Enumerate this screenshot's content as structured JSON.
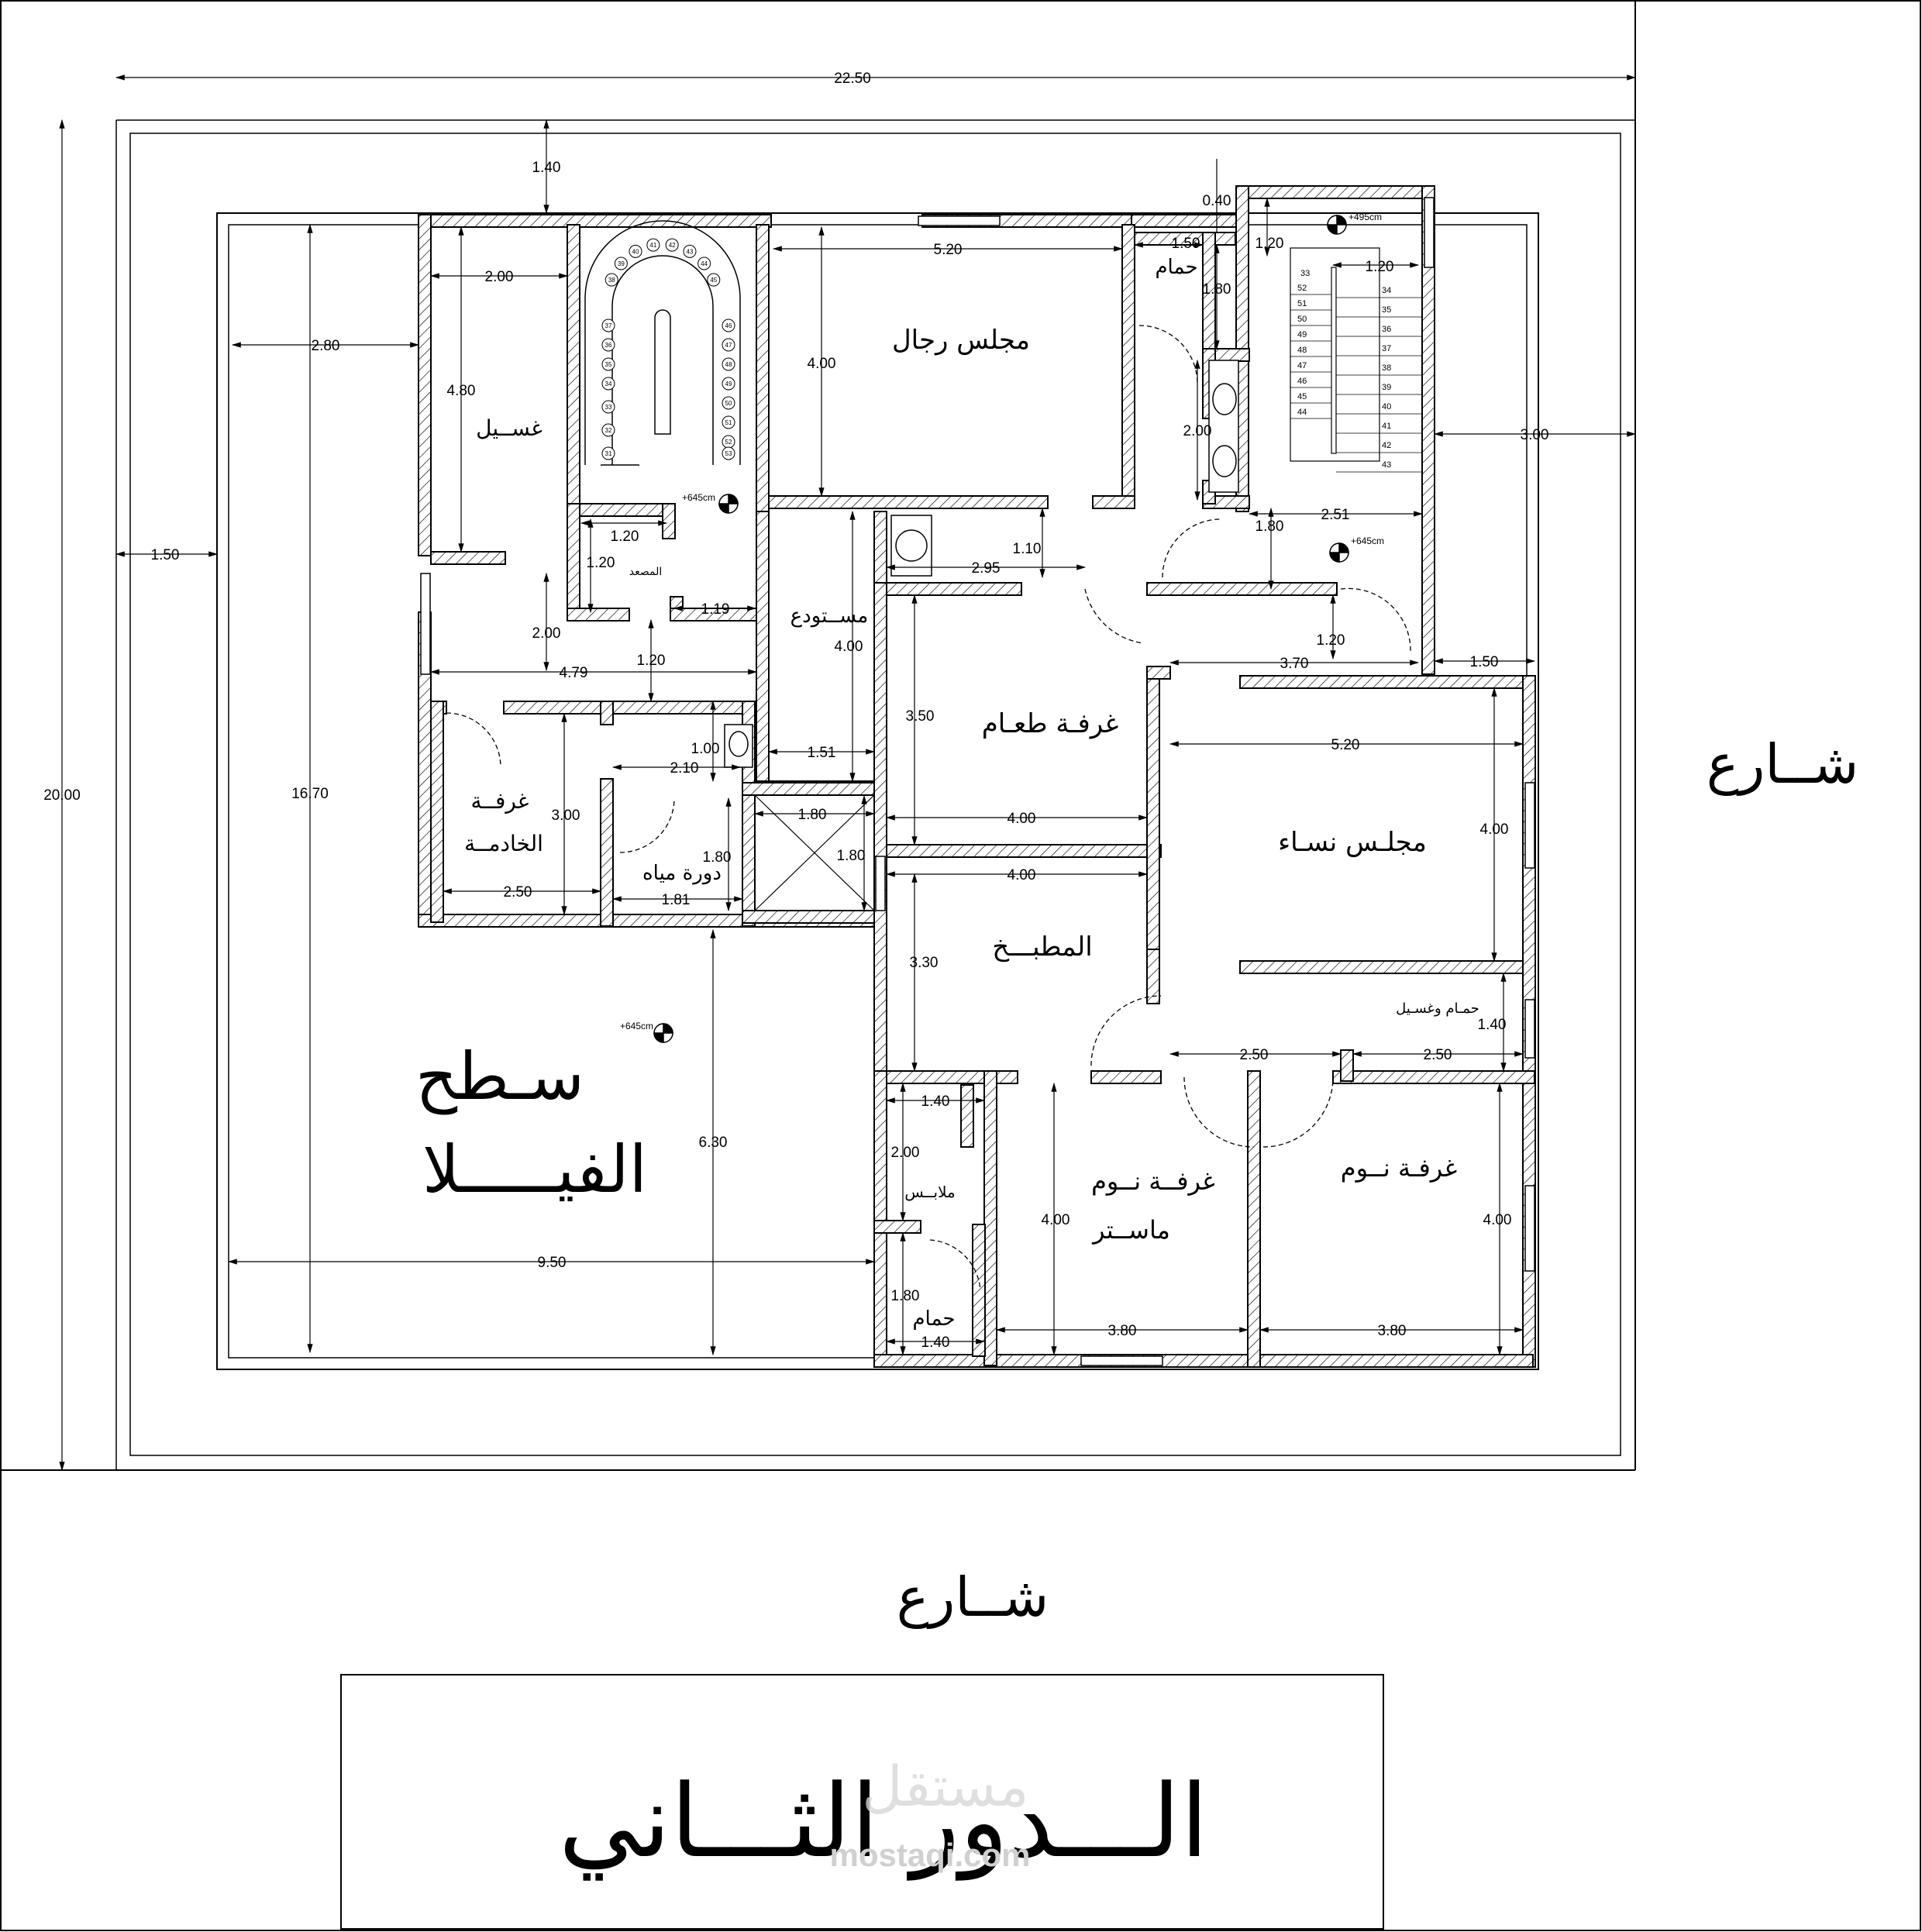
{
  "plan": {
    "title": "الـــدور الثـــاني",
    "roof_label_1": "سـطح",
    "roof_label_2": "الفيـــــلا",
    "street_right": "شــارع",
    "street_bottom": "شــارع",
    "watermark": "مستقل",
    "watermark_url": "mostaqi.com"
  },
  "rooms": {
    "men_majlis": "مجلس رجال",
    "women_majlis": "مجلـس نسـاء",
    "dining": "غرفـة طعـام",
    "kitchen": "المطبـــخ",
    "master_bedroom_1": "غرفــة نــوم",
    "master_bedroom_2": "ماســتر",
    "bedroom": "غرفـة نــوم",
    "maid_room_1": "غرفــة",
    "maid_room_2": "الخادمــة",
    "laundry": "غســيل",
    "storage": "مســتودع",
    "wc": "دورة مياه",
    "bath_top": "حمام",
    "bath_bottom": "حمام",
    "bath_laundry": "حمـام وغسـيل",
    "closet": "ملابــس",
    "elevator": "المصعد"
  },
  "levels": {
    "a": "+495cm",
    "b": "+645cm",
    "c": "+645cm",
    "d": "+645cm"
  },
  "dimensions": {
    "total_width": "22.50",
    "total_depth": "20.00",
    "d_1_40_top": "1.40",
    "d_16_70": "16.70",
    "d_2_80": "2.80",
    "d_1_50_left": "1.50",
    "d_2_00_laundry": "2.00",
    "d_4_80": "4.80",
    "d_5_20_men": "5.20",
    "d_4_00_men": "4.00",
    "d_0_40": "0.40",
    "d_1_50_bath": "1.50",
    "d_1_80_bath": "1.80",
    "d_1_20_stair": "1.20",
    "d_1_20_stair2": "1.20",
    "d_2_00_sinks": "2.00",
    "d_3_00_right": "3.00",
    "d_1_80_corr": "1.80",
    "d_2_51": "2.51",
    "d_1_20_elev_w": "1.20",
    "d_1_20_elev_h": "1.20",
    "d_1_19": "1.19",
    "d_1_10": "1.10",
    "d_2_95": "2.95",
    "d_2_00_hall": "2.00",
    "d_4_79": "4.79",
    "d_1_20_hall": "1.20",
    "d_4_00_storage": "4.00",
    "d_1_20_door": "1.20",
    "d_3_70": "3.70",
    "d_1_50_right": "1.50",
    "d_3_50": "3.50",
    "d_4_00_dining": "4.00",
    "d_5_20_women": "5.20",
    "d_4_00_women": "4.00",
    "d_1_00": "1.00",
    "d_2_10": "2.10",
    "d_1_51": "1.51",
    "d_3_00_maid": "3.00",
    "d_2_50_maid": "2.50",
    "d_1_80_wc": "1.80",
    "d_1_81": "1.81",
    "d_1_80_shaft_w": "1.80",
    "d_1_80_shaft_h": "1.80",
    "d_4_00_kitchen": "4.00",
    "d_3_30": "3.30",
    "d_1_40_bl": "1.40",
    "d_2_50_a": "2.50",
    "d_2_50_b": "2.50",
    "d_6_30": "6.30",
    "d_9_50": "9.50",
    "d_1_40_closet": "1.40",
    "d_2_00_closet": "2.00",
    "d_1_80_bath2": "1.80",
    "d_1_40_bath2": "1.40",
    "d_4_00_master": "4.00",
    "d_3_80_master": "3.80",
    "d_4_00_bed": "4.00",
    "d_3_80_bed": "3.80"
  },
  "stairs": {
    "spiral": [
      "31",
      "32",
      "33",
      "34",
      "35",
      "36",
      "37",
      "38",
      "39",
      "40",
      "41",
      "42",
      "43",
      "44",
      "45",
      "46",
      "47",
      "48",
      "49",
      "50",
      "51",
      "52",
      "53"
    ],
    "straight_left": [
      "52",
      "51",
      "50",
      "49",
      "48",
      "47",
      "46",
      "45",
      "44"
    ],
    "straight_right": [
      "34",
      "35",
      "36",
      "37",
      "38",
      "39",
      "40",
      "41",
      "42",
      "43"
    ],
    "straight_top": "33"
  }
}
